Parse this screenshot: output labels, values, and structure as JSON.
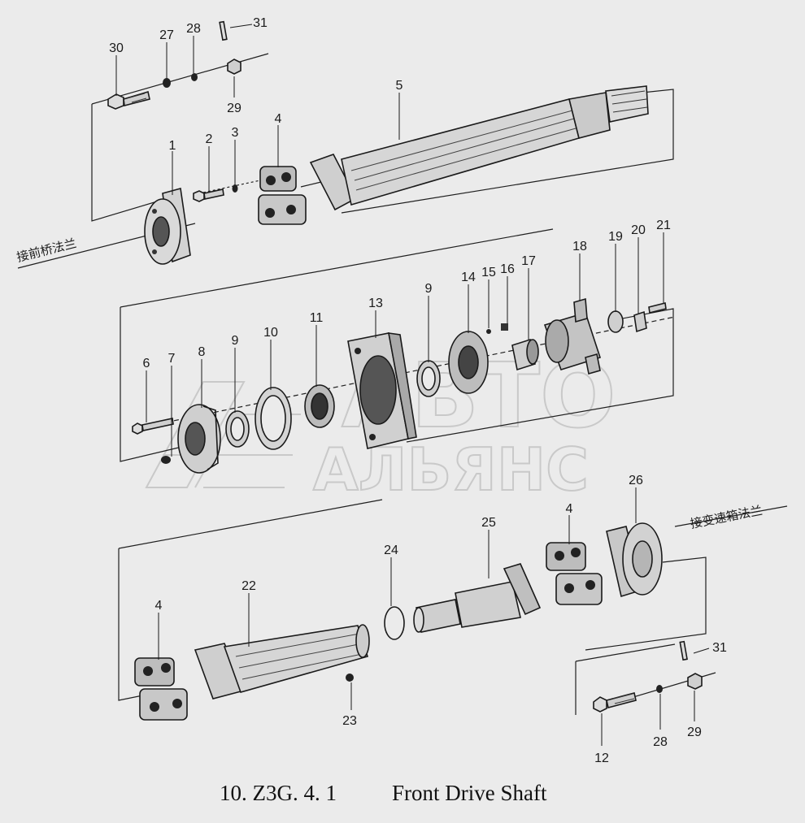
{
  "caption": {
    "code": "10. Z3G. 4. 1",
    "title": "Front Drive Shaft"
  },
  "annotations": {
    "front_axle_flange": "接前桥法兰",
    "transfer_case_flange": "接变速箱法兰"
  },
  "watermark": {
    "line1": "АВТО",
    "line2": "АЛЬЯНС"
  },
  "colors": {
    "background": "#ebebeb",
    "ink": "#1a1a1a",
    "watermark": "#c9c9c9"
  },
  "callouts": {
    "c30": "30",
    "c27": "27",
    "c28a": "28",
    "c31a": "31",
    "c29a": "29",
    "c5": "5",
    "c1": "1",
    "c2": "2",
    "c3": "3",
    "c4a": "4",
    "c6": "6",
    "c7": "7",
    "c8": "8",
    "c9a": "9",
    "c10": "10",
    "c11": "11",
    "c13": "13",
    "c9b": "9",
    "c14": "14",
    "c15": "15",
    "c16": "16",
    "c17": "17",
    "c18": "18",
    "c19": "19",
    "c20": "20",
    "c21": "21",
    "c26": "26",
    "c4b": "4",
    "c25": "25",
    "c24": "24",
    "c22": "22",
    "c4c": "4",
    "c23": "23",
    "c31b": "31",
    "c29b": "29",
    "c28b": "28",
    "c12": "12"
  }
}
